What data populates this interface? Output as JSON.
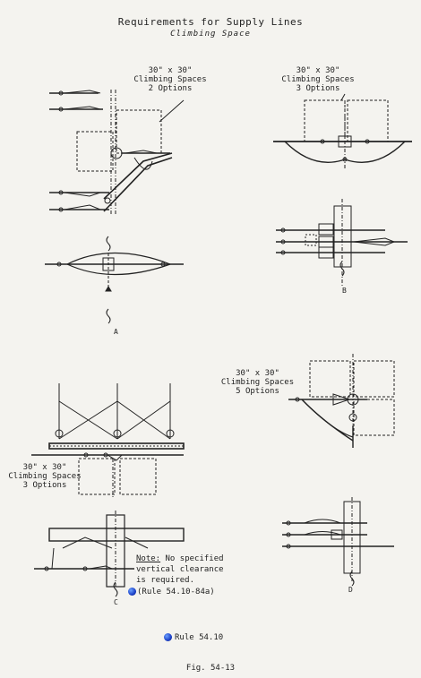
{
  "title": "Requirements for Supply Lines",
  "subtitle": "Climbing Space",
  "panels": {
    "a": {
      "label": "A",
      "climb_note": [
        "30\" x 30\"",
        "Climbing Spaces",
        "2 Options"
      ]
    },
    "b": {
      "label": "B",
      "climb_note": [
        "30\" x 30\"",
        "Climbing Spaces",
        "3 Options"
      ]
    },
    "c": {
      "label": "C",
      "climb_note": [
        "30\" x 30\"",
        "Climbing Spaces",
        "3 Options"
      ],
      "note_head": "Note:",
      "note_lines": [
        "No specified",
        "vertical clearance",
        "is required."
      ],
      "rule_ref": "(Rule 54.10-84a)"
    },
    "d": {
      "label": "D",
      "climb_note": [
        "30\" x 30\"",
        "Climbing Spaces",
        "5 Options"
      ]
    }
  },
  "rule_link": "Rule 54.10",
  "figure": "Fig. 54-13",
  "colors": {
    "ink": "#222222",
    "bullet": "#1b3fc6",
    "paper": "#f4f3ef"
  }
}
